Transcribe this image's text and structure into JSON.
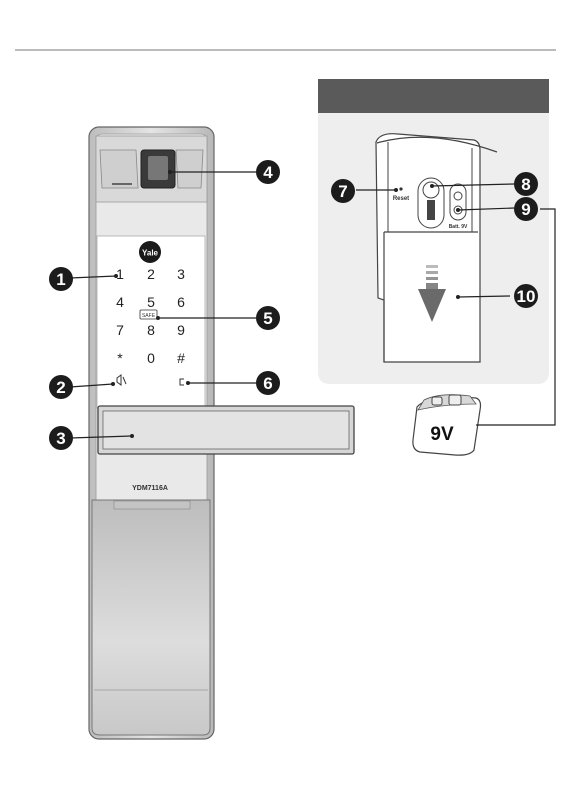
{
  "brand_logo": "Yale",
  "model_label": "YDM7116A",
  "keypad": [
    "1",
    "2",
    "3",
    "4",
    "5",
    "6",
    "7",
    "8",
    "9",
    "*",
    "0",
    "#"
  ],
  "key_5_icon_label": "SAFE",
  "rear_panel": {
    "reset_label": "Reset",
    "battery_port_label": "Batt. 9V"
  },
  "battery_label": "9V",
  "callouts": [
    "1",
    "2",
    "3",
    "4",
    "5",
    "6",
    "7",
    "8",
    "9",
    "10"
  ],
  "colors": {
    "callout": "#1c1c1c",
    "header_bar": "#5a5a5a",
    "panel_bg": "#eeeeee",
    "body_metal": "#cccccc",
    "handle": "#d8d8d8"
  }
}
